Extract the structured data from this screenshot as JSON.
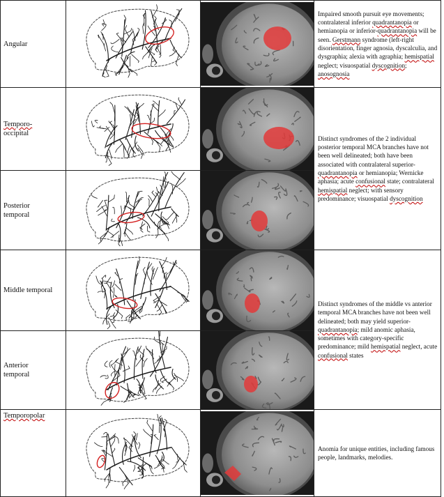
{
  "rows": [
    {
      "region": "Angular",
      "description": [
        {
          "t": "Impaired smooth pursuit eye movements; contralateral inferior "
        },
        {
          "t": "quadrantanopia",
          "u": true
        },
        {
          "t": " or hemianopia or inferior-"
        },
        {
          "t": "quadrantanopia",
          "u": true
        },
        {
          "t": " will be seen. "
        },
        {
          "t": "Gerstmann",
          "u": true
        },
        {
          "t": " syndrome (left-right disorientation, finger agnosia, dyscalculia, and dysgraphia; alexia with agraphia; "
        },
        {
          "t": "hemispatial",
          "u": true
        },
        {
          "t": " neglect; visuospatial "
        },
        {
          "t": "dyscognition",
          "u": true
        },
        {
          "t": "; "
        },
        {
          "t": "anosognosia",
          "u": true
        }
      ]
    },
    {
      "region": "Temporo-occipital",
      "region_lines": [
        "Temporo-",
        "occipital"
      ],
      "description": [
        {
          "t": "Distinct syndromes of the 2 individual posterior temporal MCA branches have not been well delineated; both have been associated with contralateral superior-"
        },
        {
          "t": "quadrantanopia",
          "u": true
        },
        {
          "t": " or hemianopia; Wernicke aphasia; acute "
        },
        {
          "t": "confusional",
          "u": true
        },
        {
          "t": " state; contralateral "
        },
        {
          "t": "hemispatial",
          "u": true
        },
        {
          "t": " neglect; with sensory predominance; visuospatial "
        },
        {
          "t": "dyscognition",
          "u": true
        }
      ]
    },
    {
      "region": "Posterior temporal",
      "region_lines": [
        "Posterior",
        "temporal"
      ]
    },
    {
      "region": "Middle temporal",
      "description": [
        {
          "t": "Distinct syndromes of the middle vs anterior temporal MCA branches have not been well delineated; both may yield superior-"
        },
        {
          "t": "quadrantanopia",
          "u": true
        },
        {
          "t": "; mild anomic aphasia, sometimes with category-specific predominance; mild "
        },
        {
          "t": "hemispatial",
          "u": true
        },
        {
          "t": " neglect, acute "
        },
        {
          "t": "confusional",
          "u": true
        },
        {
          "t": " states"
        }
      ]
    },
    {
      "region": "Anterior temporal",
      "region_lines": [
        "Anterior",
        "temporal"
      ]
    },
    {
      "region": "Temporopolar",
      "description": [
        {
          "t": "Anomia for unique entities, including famous people, landmarks, melodies."
        }
      ]
    }
  ],
  "colors": {
    "lesion": "#e23a3a",
    "outline_ellipse": "#d42020",
    "mri_bg": "#1a1a1a",
    "grid_line": "#222222"
  }
}
